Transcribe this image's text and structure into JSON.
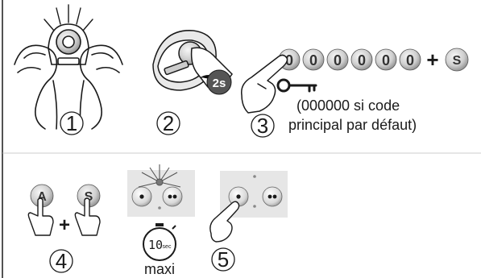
{
  "colors": {
    "line": "#1a1a1a",
    "button_fill": "#cfcfcf",
    "button_dark": "#8a8a8a",
    "panel": "#e6e6e6"
  },
  "steps": [
    {
      "number": "1"
    },
    {
      "number": "2",
      "badge": "2s"
    },
    {
      "number": "3",
      "code_digits": [
        "0",
        "0",
        "0",
        "0",
        "0",
        "0"
      ],
      "plus": "+",
      "key_label": "S",
      "note_line1": "(000000 si code",
      "note_line2": "principal par défaut)"
    },
    {
      "number": "4",
      "key_a": "A",
      "plus": "+",
      "key_s": "S"
    },
    {
      "number": "5"
    }
  ],
  "timer": {
    "value": "10",
    "unit": "sec",
    "caption": "maxi"
  }
}
